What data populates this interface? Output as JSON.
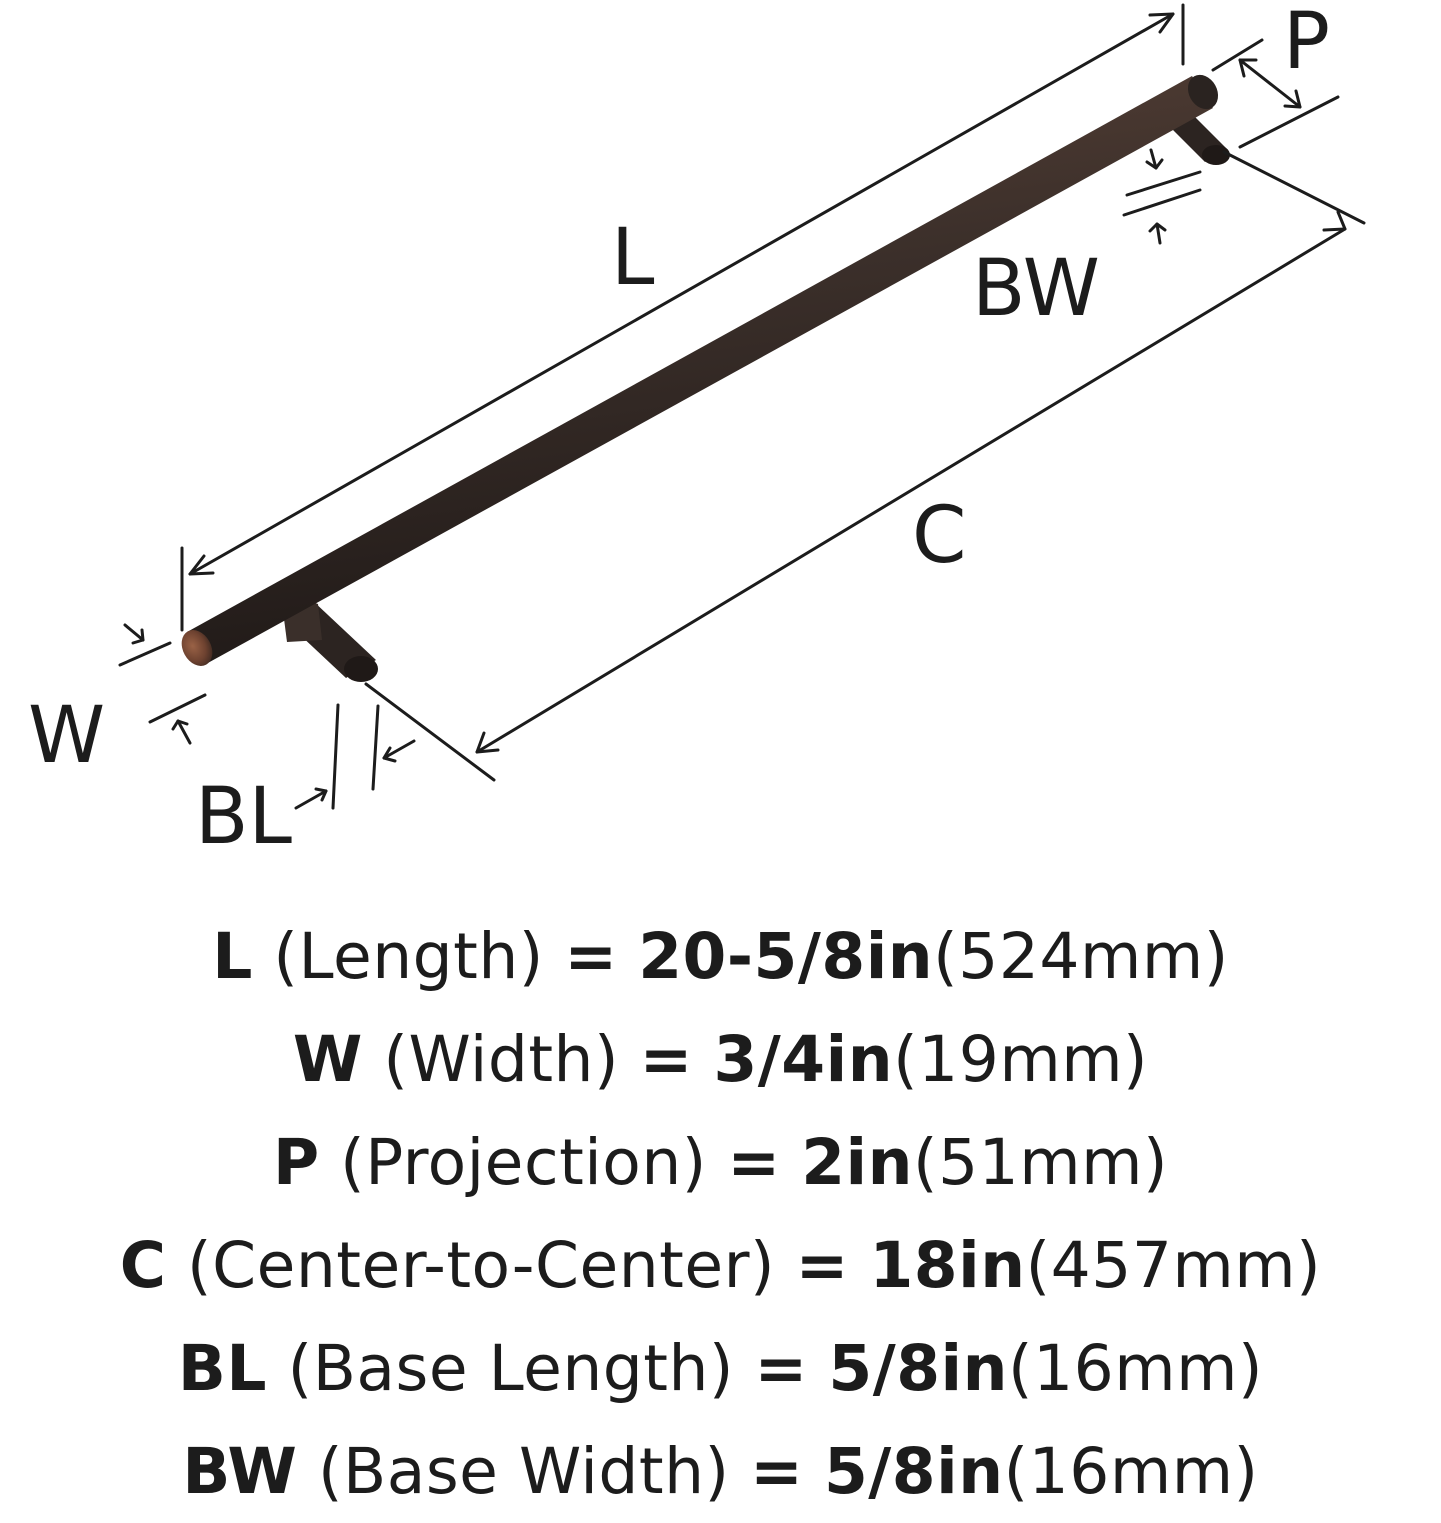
{
  "diagram": {
    "labels": {
      "length": "L",
      "projection": "P",
      "base_width": "BW",
      "center_to_center": "C",
      "width": "W",
      "base_length": "BL"
    },
    "colors": {
      "bar_dark": "#2a2320",
      "bar_mid": "#3b2f2a",
      "bar_highlight": "#5b4338",
      "copper_end": "#7a4a35",
      "line": "#1c1c1c"
    }
  },
  "specs": [
    {
      "code": "L",
      "desc": "(Length)",
      "eq": "=",
      "imperial": "20-5/8in",
      "metric": "(524mm)"
    },
    {
      "code": "W",
      "desc": "(Width)",
      "eq": "=",
      "imperial": "3/4in",
      "metric": "(19mm)"
    },
    {
      "code": "P",
      "desc": "(Projection)",
      "eq": "=",
      "imperial": "2in",
      "metric": "(51mm)"
    },
    {
      "code": "C",
      "desc": "(Center-to-Center)",
      "eq": "=",
      "imperial": "18in",
      "metric": "(457mm)"
    },
    {
      "code": "BL",
      "desc": "(Base Length)",
      "eq": "=",
      "imperial": "5/8in",
      "metric": "(16mm)"
    },
    {
      "code": "BW",
      "desc": "(Base Width)",
      "eq": "=",
      "imperial": "5/8in",
      "metric": "(16mm)"
    }
  ]
}
